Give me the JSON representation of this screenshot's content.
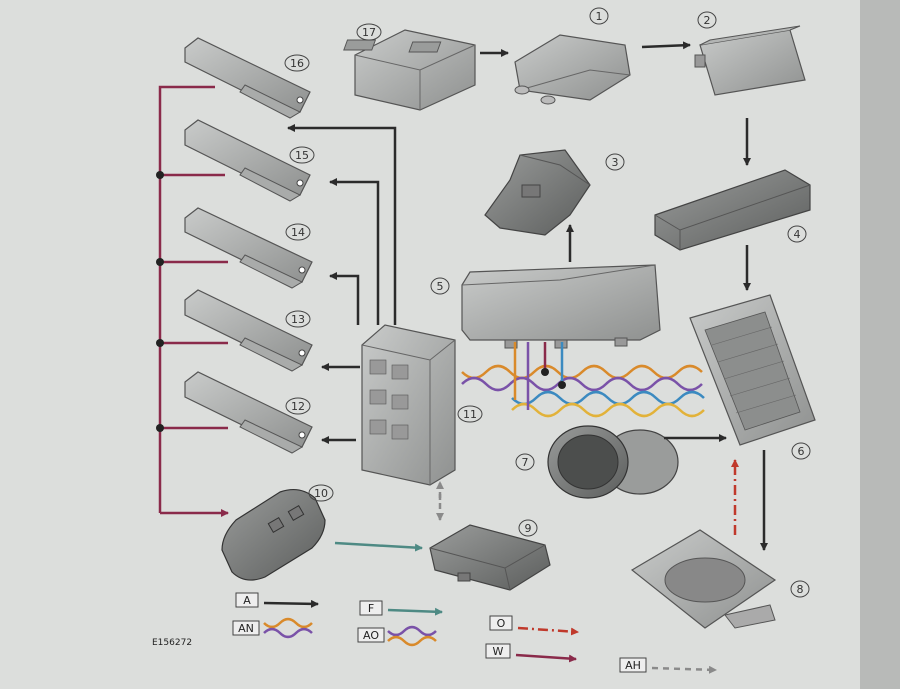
{
  "diagram": {
    "reference": "E156272",
    "components": [
      {
        "id": "1",
        "label": "1"
      },
      {
        "id": "2",
        "label": "2"
      },
      {
        "id": "3",
        "label": "3"
      },
      {
        "id": "4",
        "label": "4"
      },
      {
        "id": "5",
        "label": "5"
      },
      {
        "id": "6",
        "label": "6"
      },
      {
        "id": "7",
        "label": "7"
      },
      {
        "id": "8",
        "label": "8"
      },
      {
        "id": "9",
        "label": "9"
      },
      {
        "id": "10",
        "label": "10"
      },
      {
        "id": "11",
        "label": "11"
      },
      {
        "id": "12",
        "label": "12"
      },
      {
        "id": "13",
        "label": "13"
      },
      {
        "id": "14",
        "label": "14"
      },
      {
        "id": "15",
        "label": "15"
      },
      {
        "id": "16",
        "label": "16"
      },
      {
        "id": "17",
        "label": "17"
      }
    ],
    "legend": [
      {
        "code": "A",
        "style": "solid arrow",
        "color": "#2b2b2b"
      },
      {
        "code": "F",
        "style": "solid arrow",
        "color": "#4e8a84"
      },
      {
        "code": "O",
        "style": "dash-dot arrow",
        "color": "#c0392b"
      },
      {
        "code": "AN",
        "style": "twisted pair",
        "color": "#d98a2b"
      },
      {
        "code": "AO",
        "style": "twisted pair",
        "color": "#7a52a8"
      },
      {
        "code": "W",
        "style": "solid arrow",
        "color": "#8a2a4a"
      },
      {
        "code": "AH",
        "style": "dashed arrow",
        "color": "#8a8a8a"
      }
    ]
  }
}
